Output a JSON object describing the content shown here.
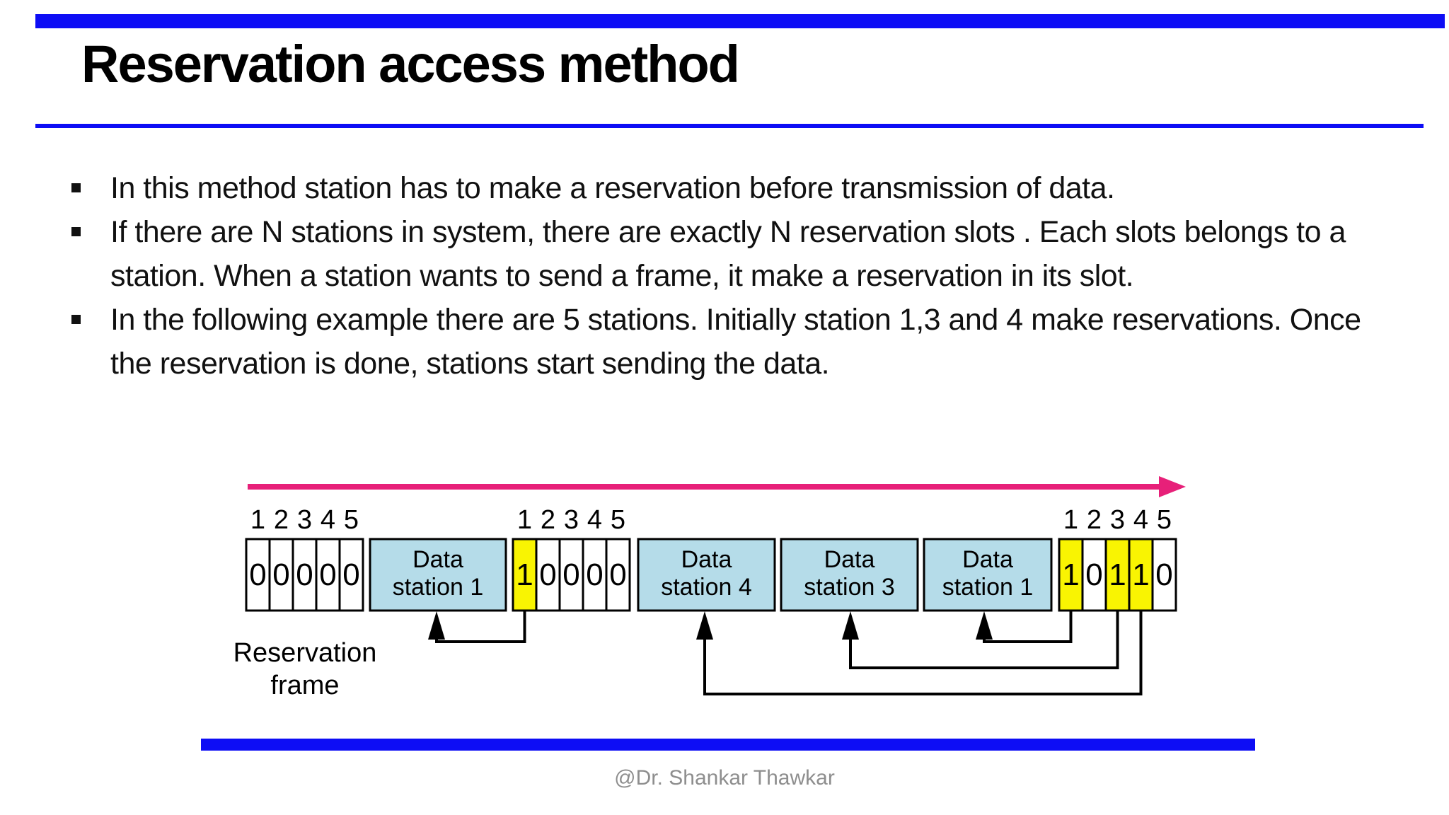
{
  "slide": {
    "title": "Reservation access method",
    "bullets": [
      "In this method station has to make a reservation before transmission of data.",
      "If there are N stations in system, there are exactly N reservation slots . Each slots belongs to a station. When a station wants to send a frame, it make a reservation in its slot.",
      "In the following example there are 5 stations. Initially station 1,3 and 4 make reservations. Once the reservation is done, stations start sending the data."
    ],
    "footer": "@Dr. Shankar Thawkar"
  },
  "colors": {
    "accent_blue": "#0d0df5",
    "timeline_pink": "#e72079",
    "station_fill": "#b5dce9",
    "reserved_fill": "#f9f402",
    "slot_fill": "#ffffff",
    "line_black": "#000000",
    "footer_gray": "#8e8e8e"
  },
  "diagram": {
    "slot_numbers": [
      "1",
      "2",
      "3",
      "4",
      "5"
    ],
    "frames": [
      {
        "name": "reservation-frame-1",
        "slots": [
          "0",
          "0",
          "0",
          "0",
          "0"
        ],
        "reserved": []
      },
      {
        "name": "reservation-frame-2",
        "slots": [
          "1",
          "0",
          "0",
          "0",
          "0"
        ],
        "reserved": [
          0
        ]
      },
      {
        "name": "reservation-frame-3",
        "slots": [
          "1",
          "0",
          "1",
          "1",
          "0"
        ],
        "reserved": [
          0,
          2,
          3
        ]
      }
    ],
    "data_boxes": [
      {
        "line1": "Data",
        "line2": "station 1"
      },
      {
        "line1": "Data",
        "line2": "station 4"
      },
      {
        "line1": "Data",
        "line2": "station 3"
      },
      {
        "line1": "Data",
        "line2": "station 1"
      }
    ],
    "caption": {
      "line1": "Reservation",
      "line2": "frame"
    },
    "connectors": [
      {
        "from": "frame-2-slot-1",
        "to": "data-station-1-first"
      },
      {
        "from": "frame-3-slot-1",
        "to": "data-station-1-second"
      },
      {
        "from": "frame-3-slot-3",
        "to": "data-station-3"
      },
      {
        "from": "frame-3-slot-4",
        "to": "data-station-4"
      }
    ]
  }
}
